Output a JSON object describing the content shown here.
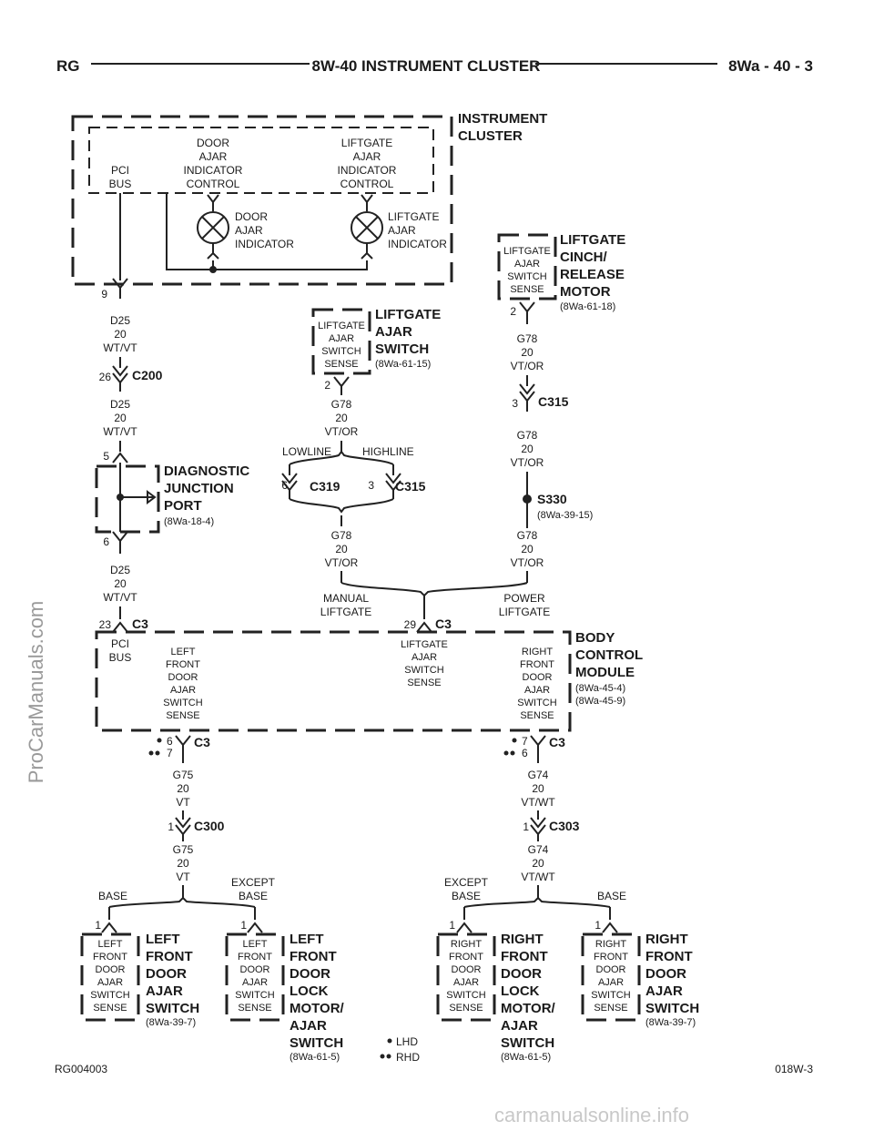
{
  "header": {
    "left": "RG",
    "title": "8W-40 INSTRUMENT CLUSTER",
    "right": "8Wa - 40 - 3"
  },
  "instrument_cluster": {
    "title": [
      "INSTRUMENT",
      "CLUSTER"
    ],
    "pci_bus": [
      "PCI",
      "BUS"
    ],
    "door_ajar_control": [
      "DOOR",
      "AJAR",
      "INDICATOR",
      "CONTROL"
    ],
    "liftgate_ajar_control": [
      "LIFTGATE",
      "AJAR",
      "INDICATOR",
      "CONTROL"
    ],
    "door_ajar_indicator": [
      "DOOR",
      "AJAR",
      "INDICATOR"
    ],
    "liftgate_ajar_indicator": [
      "LIFTGATE",
      "AJAR",
      "INDICATOR"
    ],
    "pin": "9"
  },
  "wires": {
    "d25_a": [
      "D25",
      "20",
      "WT/VT"
    ],
    "d25_b": [
      "D25",
      "20",
      "WT/VT"
    ],
    "d25_c": [
      "D25",
      "20",
      "WT/VT"
    ],
    "g78_switch": [
      "G78",
      "20",
      "VT/OR"
    ],
    "g78_motor": [
      "G78",
      "20",
      "VT/OR"
    ],
    "g78_c315": [
      "G78",
      "20",
      "VT/OR"
    ],
    "g78_mid": [
      "G78",
      "20",
      "VT/OR"
    ],
    "g78_s330": [
      "G78",
      "20",
      "VT/OR"
    ],
    "g75_a": [
      "G75",
      "20",
      "VT"
    ],
    "g75_b": [
      "G75",
      "20",
      "VT"
    ],
    "g74_a": [
      "G74",
      "20",
      "VT/WT"
    ],
    "g74_b": [
      "G74",
      "20",
      "VT/WT"
    ]
  },
  "connectors": {
    "c200": {
      "name": "C200",
      "pin": "26"
    },
    "c315_top": {
      "name": "C315",
      "pin": "3"
    },
    "c319": {
      "name": "C319",
      "pin": "6"
    },
    "c315_mid": {
      "name": "C315",
      "pin": "3"
    },
    "c3_pci": {
      "name": "C3",
      "pin": "23"
    },
    "c3_lift": {
      "name": "C3",
      "pin": "29"
    },
    "c3_left": {
      "name": "C3",
      "pin_lhd": "6",
      "pin_rhd": "7"
    },
    "c3_right": {
      "name": "C3",
      "pin_lhd": "7",
      "pin_rhd": "6"
    },
    "c300": {
      "name": "C300",
      "pin": "1"
    },
    "c303": {
      "name": "C303",
      "pin": "1"
    }
  },
  "splice": {
    "name": "S330",
    "ref": "(8Wa-39-15)"
  },
  "labels": {
    "lowline": "LOWLINE",
    "highline": "HIGHLINE",
    "manual_liftgate": [
      "MANUAL",
      "LIFTGATE"
    ],
    "power_liftgate": [
      "POWER",
      "LIFTGATE"
    ],
    "base": "BASE",
    "except_base": [
      "EXCEPT",
      "BASE"
    ],
    "lhd": "LHD",
    "rhd": "RHD"
  },
  "components": {
    "liftgate_cinch": {
      "title": [
        "LIFTGATE",
        "CINCH/",
        "RELEASE",
        "MOTOR"
      ],
      "ref": "(8Wa-61-18)",
      "inner": [
        "LIFTGATE",
        "AJAR",
        "SWITCH",
        "SENSE"
      ],
      "pin": "2"
    },
    "liftgate_ajar_switch": {
      "title": [
        "LIFTGATE",
        "AJAR",
        "SWITCH"
      ],
      "ref": "(8Wa-61-15)",
      "inner": [
        "LIFTGATE",
        "AJAR",
        "SWITCH",
        "SENSE"
      ],
      "pin": "2"
    },
    "djp": {
      "title": [
        "DIAGNOSTIC",
        "JUNCTION",
        "PORT"
      ],
      "ref": "(8Wa-18-4)",
      "pin_top": "5",
      "pin_bot": "6"
    },
    "bcm": {
      "title": [
        "BODY",
        "CONTROL",
        "MODULE"
      ],
      "refs": [
        "(8Wa-45-4)",
        "(8Wa-45-9)"
      ],
      "pci": [
        "PCI",
        "BUS"
      ],
      "lf": [
        "LEFT",
        "FRONT",
        "DOOR",
        "AJAR",
        "SWITCH",
        "SENSE"
      ],
      "lift": [
        "LIFTGATE",
        "AJAR",
        "SWITCH",
        "SENSE"
      ],
      "rf": [
        "RIGHT",
        "FRONT",
        "DOOR",
        "AJAR",
        "SWITCH",
        "SENSE"
      ]
    },
    "lf_switch": {
      "title": [
        "LEFT",
        "FRONT",
        "DOOR",
        "AJAR",
        "SWITCH"
      ],
      "ref": "(8Wa-39-7)",
      "inner": [
        "LEFT",
        "FRONT",
        "DOOR",
        "AJAR",
        "SWITCH",
        "SENSE"
      ],
      "pin": "1"
    },
    "lf_lock": {
      "title": [
        "LEFT",
        "FRONT",
        "DOOR",
        "LOCK",
        "MOTOR/",
        "AJAR",
        "SWITCH"
      ],
      "ref": "(8Wa-61-5)",
      "inner": [
        "LEFT",
        "FRONT",
        "DOOR",
        "AJAR",
        "SWITCH",
        "SENSE"
      ],
      "pin": "1"
    },
    "rf_lock": {
      "title": [
        "RIGHT",
        "FRONT",
        "DOOR",
        "LOCK",
        "MOTOR/",
        "AJAR",
        "SWITCH"
      ],
      "ref": "(8Wa-61-5)",
      "inner": [
        "RIGHT",
        "FRONT",
        "DOOR",
        "AJAR",
        "SWITCH",
        "SENSE"
      ],
      "pin": "1"
    },
    "rf_switch": {
      "title": [
        "RIGHT",
        "FRONT",
        "DOOR",
        "AJAR",
        "SWITCH"
      ],
      "ref": "(8Wa-39-7)",
      "inner": [
        "RIGHT",
        "FRONT",
        "DOOR",
        "AJAR",
        "SWITCH",
        "SENSE"
      ],
      "pin": "1"
    }
  },
  "footer": {
    "left": "RG004003",
    "right": "018W-3"
  },
  "watermarks": {
    "side": "ProCarManuals.com",
    "bottom": "carmanualsonline.info"
  }
}
